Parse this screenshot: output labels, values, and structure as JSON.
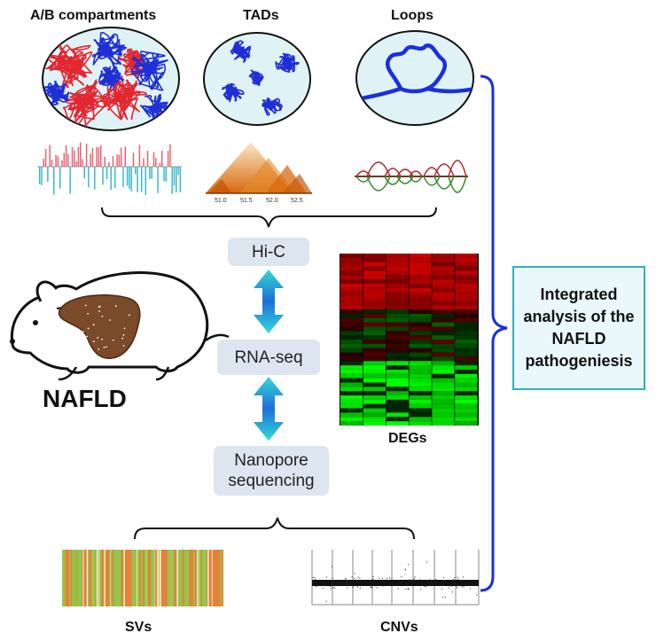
{
  "labels": {
    "ab_compartments": "A/B compartments",
    "tads": "TADs",
    "loops": "Loops",
    "nafld": "NAFLD",
    "degs": "DEGs",
    "svs": "SVs",
    "cnvs": "CNVs"
  },
  "methods": {
    "hic": "Hi-C",
    "rnaseq": "RNA-seq",
    "nanopore_line1": "Nanopore",
    "nanopore_line2": "sequencing"
  },
  "result": {
    "line1": "Integrated",
    "line2": "analysis of the",
    "line3": "NAFLD",
    "line4": "pathogeniesis"
  },
  "tad_ticks": [
    "51.0",
    "51.5",
    "52.0",
    "52.5"
  ],
  "colors": {
    "compartment_a": "#e3262f",
    "compartment_b": "#1f2fd6",
    "track_a": "#e8596a",
    "track_b": "#2cb5c6",
    "tad_orange": "#e07a16",
    "loop_red": "#b3262b",
    "loop_green": "#2f8a2a",
    "arrow_cyan": "#33d9d9",
    "arrow_blue": "#1e6fd6",
    "bracket_blue": "#1a2fe0",
    "liver": "#7a4a2a",
    "heatmap_red": "#b30000",
    "heatmap_green": "#22ff22",
    "result_border": "#2db1bd"
  }
}
